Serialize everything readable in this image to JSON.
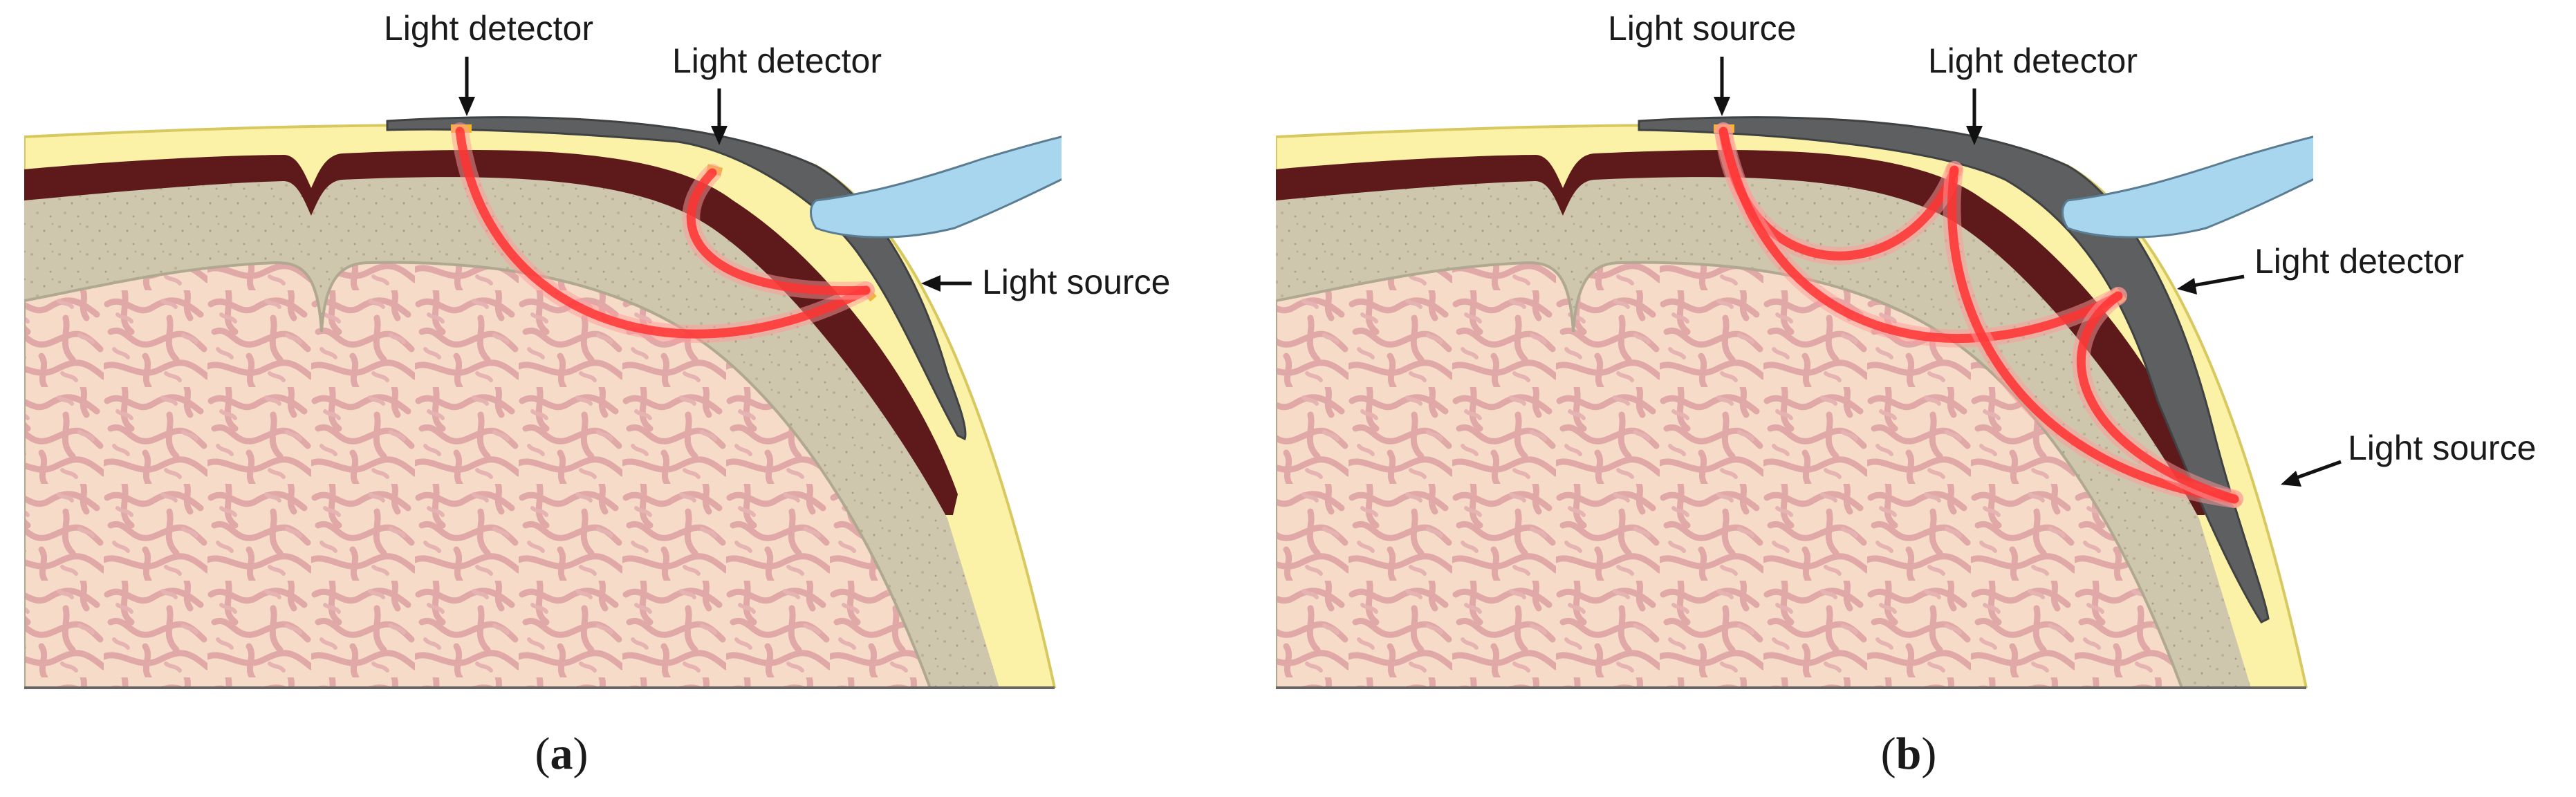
{
  "panel_a": {
    "caption": {
      "open": "(",
      "letter": "a",
      "close": ")"
    },
    "labels": {
      "detector_1": "Light detector",
      "detector_2": "Light detector",
      "source": "Light source"
    }
  },
  "panel_b": {
    "caption": {
      "open": "(",
      "letter": "b",
      "close": ")"
    },
    "labels": {
      "source_1": "Light source",
      "detector_1": "Light detector",
      "detector_2": "Light detector",
      "source_2": "Light source"
    }
  },
  "colors": {
    "scalp": "#fbf2a8",
    "scalp_edge": "#d8c860",
    "bone_layer": "#5e1a1a",
    "skull": "#cfc7ad",
    "brain": "#f6dcc8",
    "gyri": "#e1a8a8",
    "probe": "#5d5f61",
    "cable": "#a9d6ef",
    "light_path": "#ff3333"
  }
}
